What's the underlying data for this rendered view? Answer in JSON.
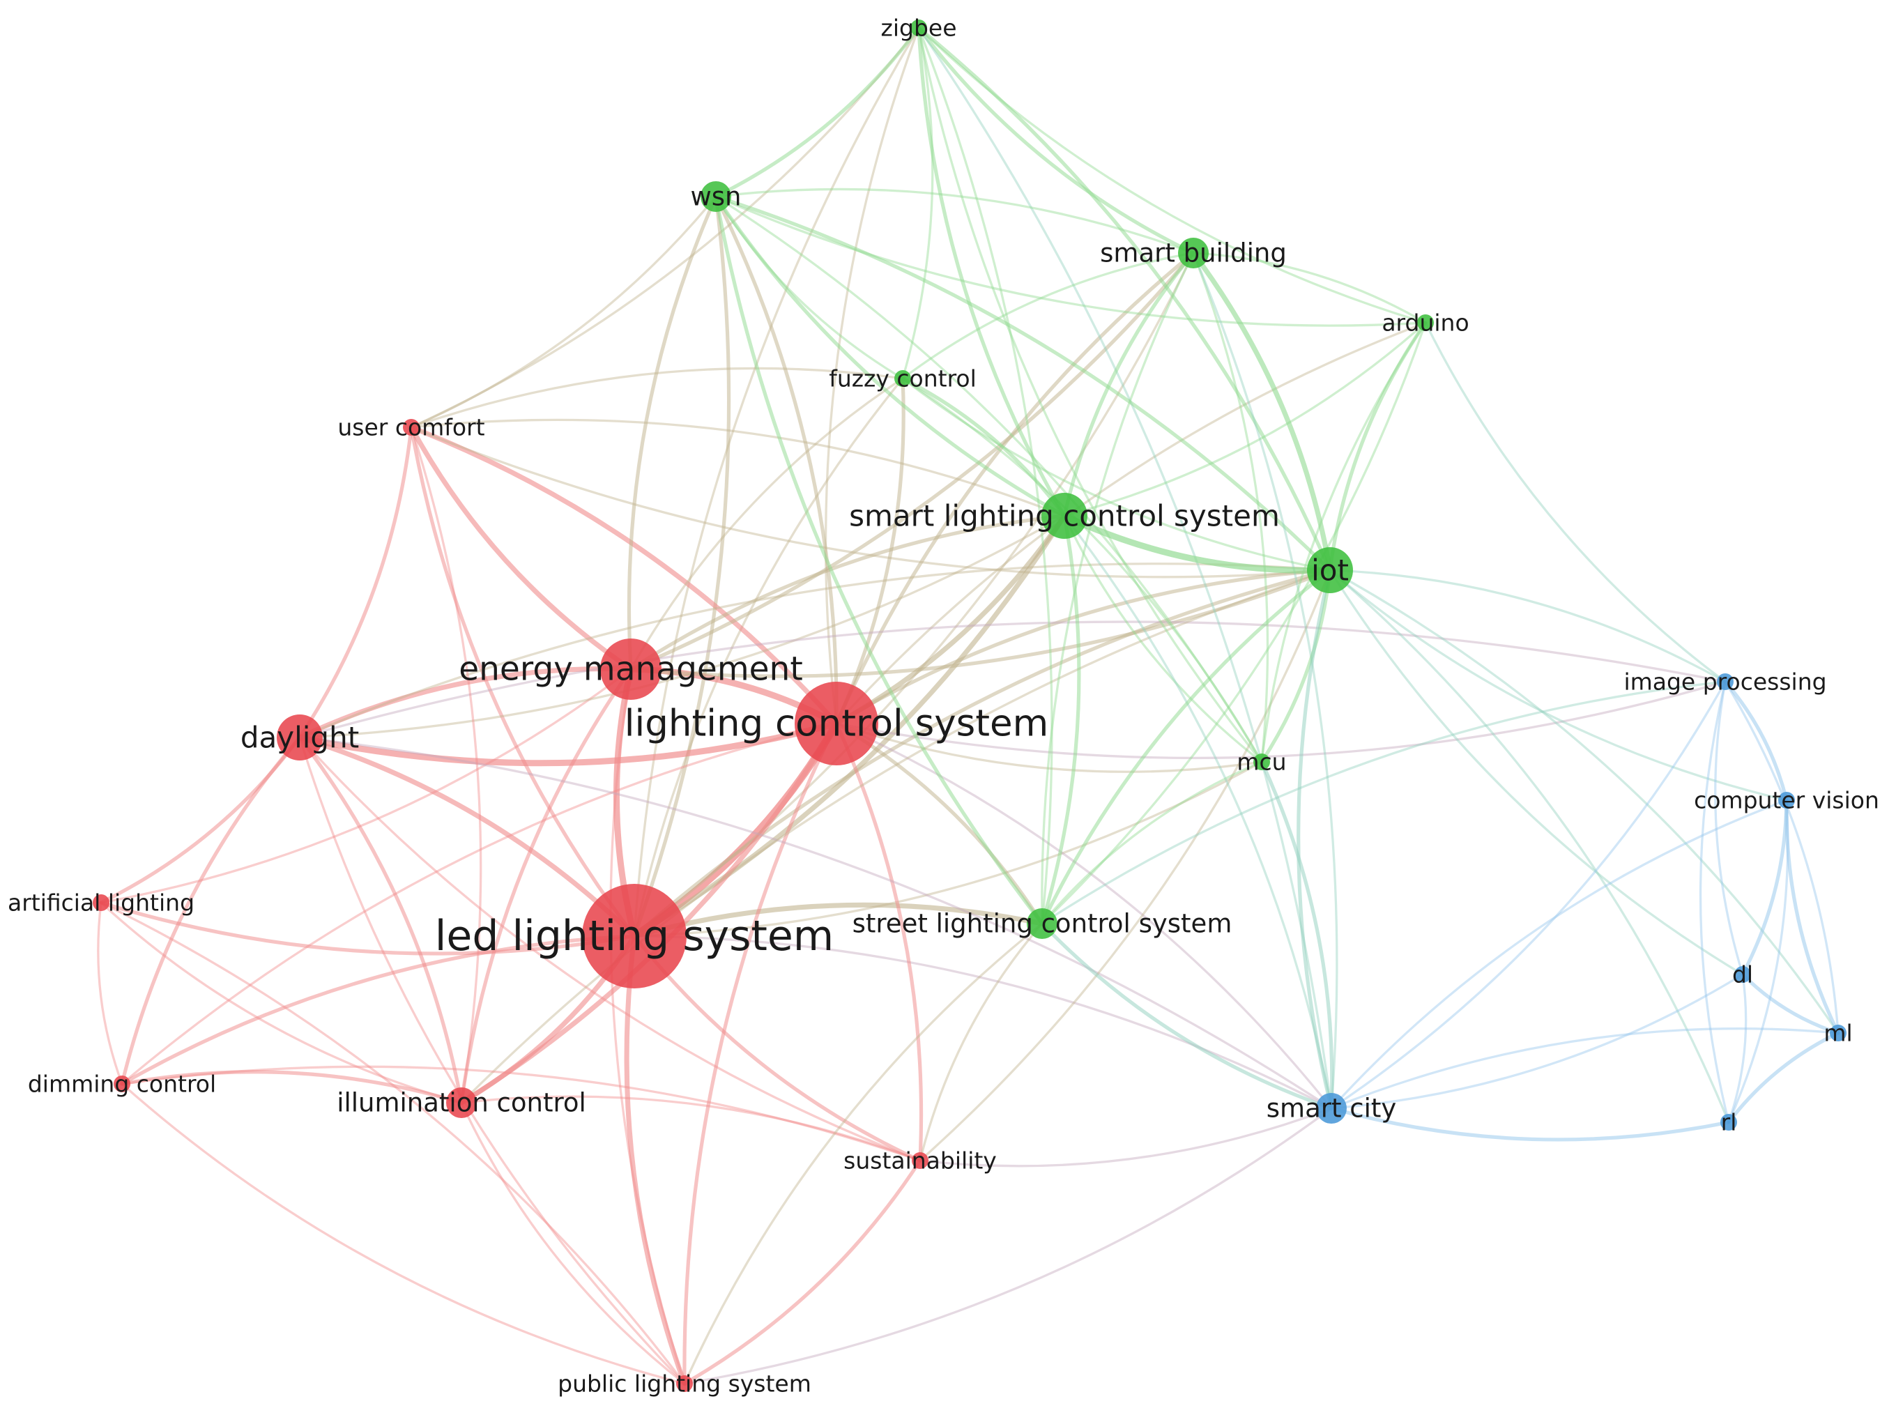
{
  "clusters": {
    "red": {
      "node_color": "#e8474f",
      "edge_color": "#f08a8a"
    },
    "green": {
      "node_color": "#3fbf3f",
      "edge_color": "#8fd98f"
    },
    "blue": {
      "node_color": "#4a98d8",
      "edge_color": "#94c6ec"
    }
  },
  "nodes": [
    {
      "id": "zigbee",
      "label": "zigbee",
      "cluster": "green",
      "weight": 1
    },
    {
      "id": "wsn",
      "label": "wsn",
      "cluster": "green",
      "weight": 2
    },
    {
      "id": "smart_building",
      "label": "smart building",
      "cluster": "green",
      "weight": 2
    },
    {
      "id": "arduino",
      "label": "arduino",
      "cluster": "green",
      "weight": 1
    },
    {
      "id": "fuzzy_control",
      "label": "fuzzy control",
      "cluster": "green",
      "weight": 1
    },
    {
      "id": "user_comfort",
      "label": "user comfort",
      "cluster": "red",
      "weight": 1
    },
    {
      "id": "smart_lighting_control_system",
      "label": "smart lighting control system",
      "cluster": "green",
      "weight": 3
    },
    {
      "id": "iot",
      "label": "iot",
      "cluster": "green",
      "weight": 3
    },
    {
      "id": "energy_management",
      "label": "energy management",
      "cluster": "red",
      "weight": 4
    },
    {
      "id": "lighting_control_system",
      "label": "lighting control system",
      "cluster": "red",
      "weight": 5
    },
    {
      "id": "daylight",
      "label": "daylight",
      "cluster": "red",
      "weight": 3
    },
    {
      "id": "image_processing",
      "label": "image processing",
      "cluster": "blue",
      "weight": 1
    },
    {
      "id": "mcu",
      "label": "mcu",
      "cluster": "green",
      "weight": 1
    },
    {
      "id": "computer_vision",
      "label": "computer vision",
      "cluster": "blue",
      "weight": 1
    },
    {
      "id": "artificial_lighting",
      "label": "artificial lighting",
      "cluster": "red",
      "weight": 1
    },
    {
      "id": "led_lighting_system",
      "label": "led lighting system",
      "cluster": "red",
      "weight": 6
    },
    {
      "id": "street_lighting_control_system",
      "label": "street lighting control system",
      "cluster": "green",
      "weight": 2
    },
    {
      "id": "dl",
      "label": "dl",
      "cluster": "blue",
      "weight": 1
    },
    {
      "id": "ml",
      "label": "ml",
      "cluster": "blue",
      "weight": 1
    },
    {
      "id": "dimming_control",
      "label": "dimming control",
      "cluster": "red",
      "weight": 1
    },
    {
      "id": "illumination_control",
      "label": "illumination control",
      "cluster": "red",
      "weight": 2
    },
    {
      "id": "smart_city",
      "label": "smart city",
      "cluster": "blue",
      "weight": 2
    },
    {
      "id": "rl",
      "label": "rl",
      "cluster": "blue",
      "weight": 1
    },
    {
      "id": "sustainability",
      "label": "sustainability",
      "cluster": "red",
      "weight": 1
    },
    {
      "id": "public_lighting_system",
      "label": "public lighting system",
      "cluster": "red",
      "weight": 1
    }
  ],
  "edges": [
    [
      "led_lighting_system",
      "lighting_control_system",
      5
    ],
    [
      "led_lighting_system",
      "energy_management",
      4
    ],
    [
      "led_lighting_system",
      "daylight",
      3
    ],
    [
      "led_lighting_system",
      "illumination_control",
      3
    ],
    [
      "led_lighting_system",
      "public_lighting_system",
      3
    ],
    [
      "led_lighting_system",
      "street_lighting_control_system",
      3
    ],
    [
      "led_lighting_system",
      "smart_lighting_control_system",
      3
    ],
    [
      "led_lighting_system",
      "user_comfort",
      2
    ],
    [
      "led_lighting_system",
      "dimming_control",
      2
    ],
    [
      "led_lighting_system",
      "artificial_lighting",
      2
    ],
    [
      "led_lighting_system",
      "sustainability",
      2
    ],
    [
      "led_lighting_system",
      "iot",
      2
    ],
    [
      "led_lighting_system",
      "wsn",
      2
    ],
    [
      "led_lighting_system",
      "smart_city",
      1
    ],
    [
      "led_lighting_system",
      "mcu",
      1
    ],
    [
      "led_lighting_system",
      "fuzzy_control",
      1
    ],
    [
      "led_lighting_system",
      "smart_building",
      1
    ],
    [
      "led_lighting_system",
      "zigbee",
      1
    ],
    [
      "lighting_control_system",
      "energy_management",
      4
    ],
    [
      "lighting_control_system",
      "daylight",
      4
    ],
    [
      "lighting_control_system",
      "user_comfort",
      3
    ],
    [
      "lighting_control_system",
      "illumination_control",
      3
    ],
    [
      "lighting_control_system",
      "smart_lighting_control_system",
      3
    ],
    [
      "lighting_control_system",
      "iot",
      2
    ],
    [
      "lighting_control_system",
      "public_lighting_system",
      2
    ],
    [
      "lighting_control_system",
      "sustainability",
      2
    ],
    [
      "lighting_control_system",
      "wsn",
      2
    ],
    [
      "lighting_control_system",
      "smart_building",
      2
    ],
    [
      "lighting_control_system",
      "fuzzy_control",
      2
    ],
    [
      "lighting_control_system",
      "street_lighting_control_system",
      2
    ],
    [
      "lighting_control_system",
      "mcu",
      1
    ],
    [
      "lighting_control_system",
      "arduino",
      1
    ],
    [
      "lighting_control_system",
      "image_processing",
      1
    ],
    [
      "lighting_control_system",
      "smart_city",
      1
    ],
    [
      "lighting_control_system",
      "dimming_control",
      1
    ],
    [
      "lighting_control_system",
      "zigbee",
      1
    ],
    [
      "energy_management",
      "daylight",
      3
    ],
    [
      "energy_management",
      "user_comfort",
      3
    ],
    [
      "energy_management",
      "illumination_control",
      2
    ],
    [
      "energy_management",
      "smart_lighting_control_system",
      2
    ],
    [
      "energy_management",
      "iot",
      2
    ],
    [
      "energy_management",
      "wsn",
      2
    ],
    [
      "energy_management",
      "smart_building",
      2
    ],
    [
      "energy_management",
      "fuzzy_control",
      1
    ],
    [
      "energy_management",
      "public_lighting_system",
      1
    ],
    [
      "energy_management",
      "artificial_lighting",
      1
    ],
    [
      "daylight",
      "user_comfort",
      2
    ],
    [
      "daylight",
      "artificial_lighting",
      2
    ],
    [
      "daylight",
      "dimming_control",
      2
    ],
    [
      "daylight",
      "illumination_control",
      2
    ],
    [
      "daylight",
      "smart_lighting_control_system",
      1
    ],
    [
      "daylight",
      "iot",
      1
    ],
    [
      "daylight",
      "public_lighting_system",
      1
    ],
    [
      "daylight",
      "smart_city",
      1
    ],
    [
      "daylight",
      "sustainability",
      1
    ],
    [
      "daylight",
      "image_processing",
      1
    ],
    [
      "illumination_control",
      "dimming_control",
      2
    ],
    [
      "illumination_control",
      "artificial_lighting",
      1
    ],
    [
      "illumination_control",
      "user_comfort",
      1
    ],
    [
      "illumination_control",
      "iot",
      1
    ],
    [
      "illumination_control",
      "public_lighting_system",
      1
    ],
    [
      "illumination_control",
      "sustainability",
      1
    ],
    [
      "artificial_lighting",
      "dimming_control",
      1
    ],
    [
      "artificial_lighting",
      "public_lighting_system",
      1
    ],
    [
      "dimming_control",
      "public_lighting_system",
      1
    ],
    [
      "dimming_control",
      "sustainability",
      1
    ],
    [
      "user_comfort",
      "wsn",
      1
    ],
    [
      "user_comfort",
      "fuzzy_control",
      1
    ],
    [
      "user_comfort",
      "iot",
      1
    ],
    [
      "user_comfort",
      "smart_lighting_control_system",
      1
    ],
    [
      "user_comfort",
      "zigbee",
      1
    ],
    [
      "sustainability",
      "public_lighting_system",
      2
    ],
    [
      "sustainability",
      "smart_city",
      1
    ],
    [
      "sustainability",
      "street_lighting_control_system",
      1
    ],
    [
      "sustainability",
      "iot",
      1
    ],
    [
      "public_lighting_system",
      "street_lighting_control_system",
      1
    ],
    [
      "public_lighting_system",
      "smart_city",
      1
    ],
    [
      "zigbee",
      "wsn",
      2
    ],
    [
      "zigbee",
      "smart_building",
      2
    ],
    [
      "zigbee",
      "fuzzy_control",
      1
    ],
    [
      "zigbee",
      "smart_lighting_control_system",
      2
    ],
    [
      "zigbee",
      "iot",
      2
    ],
    [
      "zigbee",
      "arduino",
      1
    ],
    [
      "zigbee",
      "street_lighting_control_system",
      1
    ],
    [
      "zigbee",
      "mcu",
      1
    ],
    [
      "zigbee",
      "smart_city",
      1
    ],
    [
      "wsn",
      "smart_lighting_control_system",
      2
    ],
    [
      "wsn",
      "iot",
      2
    ],
    [
      "wsn",
      "fuzzy_control",
      1
    ],
    [
      "wsn",
      "smart_building",
      1
    ],
    [
      "wsn",
      "street_lighting_control_system",
      2
    ],
    [
      "wsn",
      "mcu",
      1
    ],
    [
      "wsn",
      "arduino",
      1
    ],
    [
      "smart_building",
      "iot",
      3
    ],
    [
      "smart_building",
      "smart_lighting_control_system",
      2
    ],
    [
      "smart_building",
      "arduino",
      1
    ],
    [
      "smart_building",
      "fuzzy_control",
      1
    ],
    [
      "smart_building",
      "mcu",
      1
    ],
    [
      "smart_building",
      "street_lighting_control_system",
      1
    ],
    [
      "smart_building",
      "smart_city",
      1
    ],
    [
      "arduino",
      "iot",
      2
    ],
    [
      "arduino",
      "smart_lighting_control_system",
      1
    ],
    [
      "arduino",
      "mcu",
      1
    ],
    [
      "arduino",
      "street_lighting_control_system",
      1
    ],
    [
      "arduino",
      "image_processing",
      1
    ],
    [
      "fuzzy_control",
      "smart_lighting_control_system",
      2
    ],
    [
      "fuzzy_control",
      "iot",
      1
    ],
    [
      "fuzzy_control",
      "mcu",
      1
    ],
    [
      "smart_lighting_control_system",
      "iot",
      4
    ],
    [
      "smart_lighting_control_system",
      "street_lighting_control_system",
      2
    ],
    [
      "smart_lighting_control_system",
      "mcu",
      1
    ],
    [
      "smart_lighting_control_system",
      "smart_city",
      1
    ],
    [
      "iot",
      "street_lighting_control_system",
      2
    ],
    [
      "iot",
      "mcu",
      2
    ],
    [
      "iot",
      "smart_city",
      2
    ],
    [
      "iot",
      "image_processing",
      1
    ],
    [
      "iot",
      "computer_vision",
      1
    ],
    [
      "iot",
      "ml",
      1
    ],
    [
      "iot",
      "dl",
      1
    ],
    [
      "iot",
      "rl",
      1
    ],
    [
      "mcu",
      "street_lighting_control_system",
      1
    ],
    [
      "mcu",
      "smart_city",
      2
    ],
    [
      "street_lighting_control_system",
      "smart_city",
      2
    ],
    [
      "street_lighting_control_system",
      "image_processing",
      1
    ],
    [
      "smart_city",
      "image_processing",
      1
    ],
    [
      "smart_city",
      "computer_vision",
      1
    ],
    [
      "smart_city",
      "dl",
      1
    ],
    [
      "smart_city",
      "ml",
      1
    ],
    [
      "smart_city",
      "rl",
      2
    ],
    [
      "image_processing",
      "computer_vision",
      2
    ],
    [
      "image_processing",
      "dl",
      1
    ],
    [
      "image_processing",
      "ml",
      1
    ],
    [
      "image_processing",
      "rl",
      1
    ],
    [
      "computer_vision",
      "dl",
      2
    ],
    [
      "computer_vision",
      "ml",
      2
    ],
    [
      "computer_vision",
      "rl",
      1
    ],
    [
      "dl",
      "ml",
      2
    ],
    [
      "dl",
      "rl",
      1
    ],
    [
      "ml",
      "rl",
      2
    ]
  ]
}
